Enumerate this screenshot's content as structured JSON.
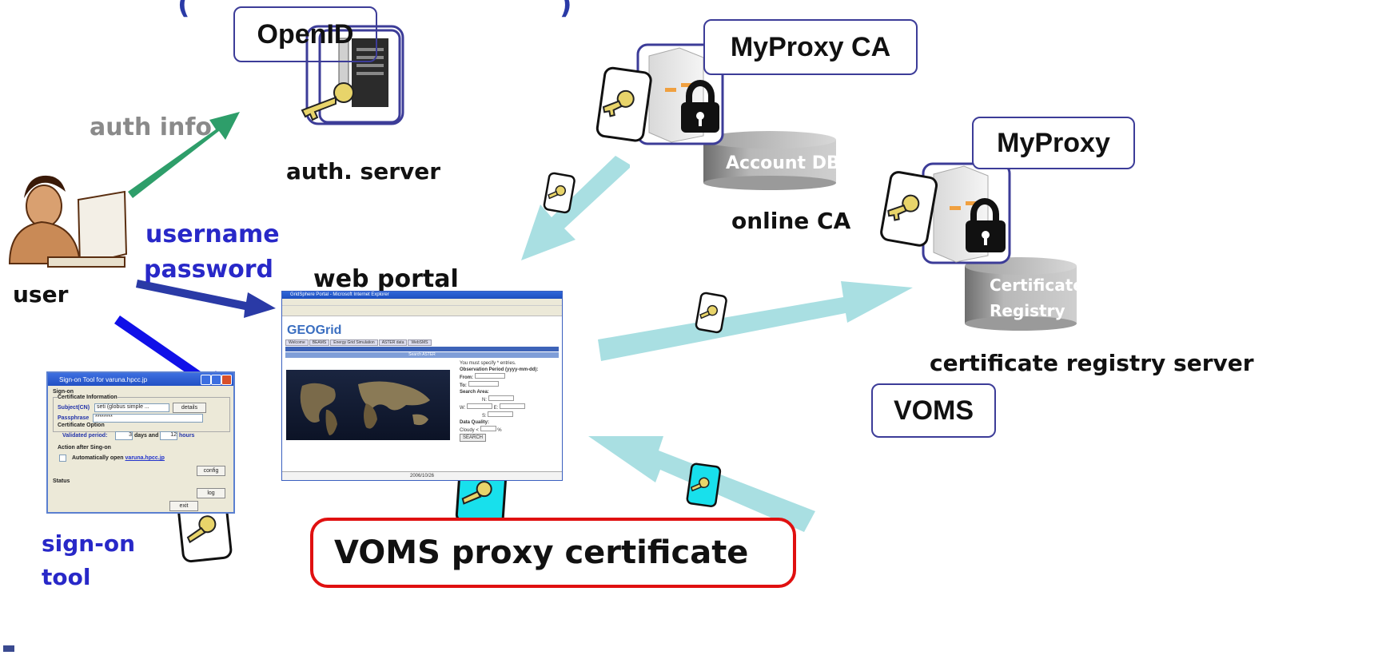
{
  "title_fragment": "(",
  "title_fragment_right": ")",
  "nodes": {
    "openid": "OpenID",
    "auth_server": "auth. server",
    "myproxy_ca": "MyProxy CA",
    "account_db": "Account DB",
    "online_ca": "online CA",
    "myproxy": "MyProxy",
    "cert_registry_line1": "Certificate",
    "cert_registry_line2": "Registry",
    "cert_registry_server": "certificate registry server",
    "voms": "VOMS",
    "user": "user",
    "web_portal": "web portal",
    "voms_proxy_certificate": "VOMS proxy certificate",
    "sign_on_line1": "sign-on",
    "sign_on_line2": "tool"
  },
  "edges": {
    "auth_info": "auth info",
    "username": "username",
    "password": "password"
  },
  "colors": {
    "green_arrow": "#2e9e6a",
    "blue_arrow": "#2a3aa6",
    "bright_blue_arrow": "#1010e8",
    "light_cyan_arrow": "#a9dfe2",
    "box_border": "#3c3c98",
    "red_box": "#e01010",
    "label_blue": "#2828c8",
    "label_gray": "#8a8a8a"
  },
  "sign_on_window": {
    "title": "Sign-on Tool for varuna.hpcc.jp",
    "signon": "Sign-on",
    "cert_info": "Certificate Information",
    "subject_label": "Subject(CN)",
    "subject_value": "seti (globus simple ...",
    "details": "details",
    "passphrase_label": "Passphrase",
    "passphrase_value": "********",
    "cert_option": "Certificate Option",
    "validated_period": "Validated period:",
    "days_value": "3",
    "days": "days and",
    "hours_value": "12",
    "hours": "hours",
    "action_after": "Action after Sing-on",
    "auto_open": "Automatically open",
    "auto_open_link": "varuna.hpcc.jp",
    "config": "config",
    "status": "Status",
    "log": "log",
    "exit": "exit"
  },
  "portal_window": {
    "title": "GridSphere Portal - Microsoft Internet Explorer",
    "logo": "GEOGrid",
    "tabs": [
      "Welcome",
      "BEAMS",
      "Energy Grid Simulation",
      "ASTER data",
      "WebSMS"
    ],
    "header": "Search ASTER",
    "form_note": "You must specify * entries.",
    "obs_period": "Observation Period (yyyy-mm-dd):",
    "from": "From:",
    "to": "To:",
    "search_area": "Search Area:",
    "n": "N:",
    "w": "W:",
    "e": "E:",
    "s": "S:",
    "data_quality": "Data Quality:",
    "cloudy": "Cloudy <",
    "pct": "%",
    "search_btn": "SEARCH",
    "status": "2006/10/26"
  }
}
